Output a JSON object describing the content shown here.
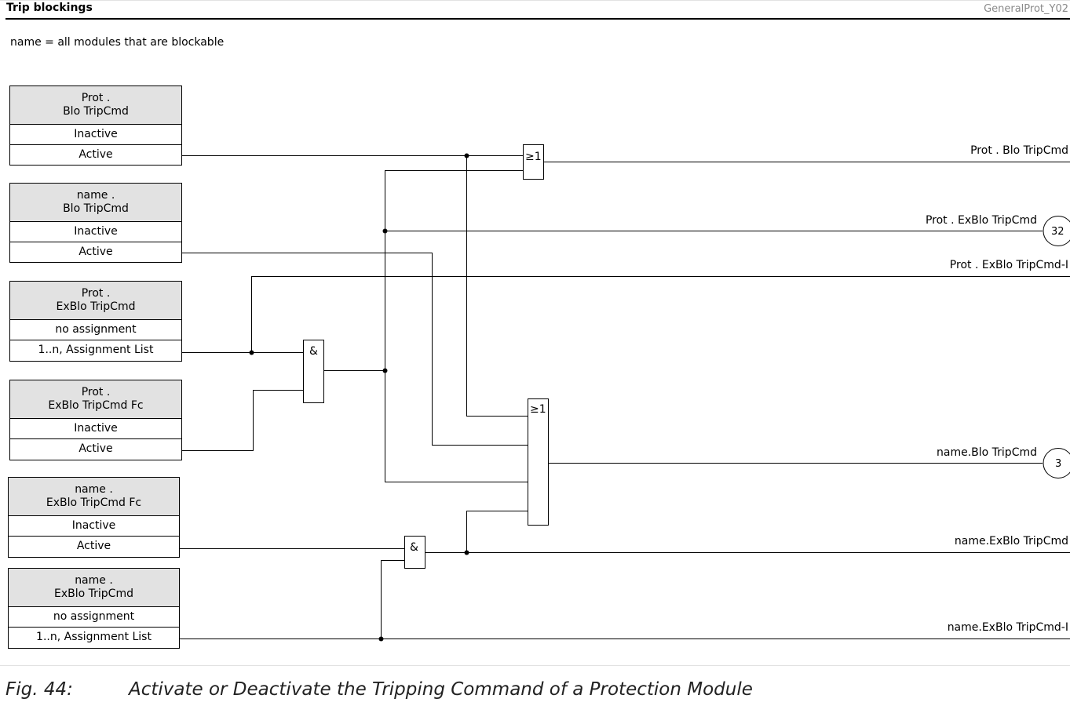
{
  "header": {
    "title": "Trip blockings",
    "ref": "GeneralProt_Y02",
    "note": "name = all modules that are blockable"
  },
  "settings": [
    {
      "title1": "Prot .",
      "title2": "Blo TripCmd",
      "options": [
        "Inactive",
        "Active"
      ]
    },
    {
      "title1": "name .",
      "title2": "Blo TripCmd",
      "options": [
        "Inactive",
        "Active"
      ]
    },
    {
      "title1": "Prot .",
      "title2": "ExBlo TripCmd",
      "options": [
        "no assignment",
        "1..n, Assignment List"
      ]
    },
    {
      "title1": "Prot .",
      "title2": "ExBlo TripCmd Fc",
      "options": [
        "Inactive",
        "Active"
      ]
    },
    {
      "title1": "name .",
      "title2": "ExBlo TripCmd Fc",
      "options": [
        "Inactive",
        "Active"
      ]
    },
    {
      "title1": "name .",
      "title2": "ExBlo TripCmd",
      "options": [
        "no assignment",
        "1..n, Assignment List"
      ]
    }
  ],
  "gates": {
    "or_symbol": "≥1",
    "and_symbol": "&"
  },
  "outputs": {
    "prot_blo": "Prot . Blo TripCmd",
    "prot_exblo": "Prot . ExBlo TripCmd",
    "prot_exblo_i": "Prot . ExBlo TripCmd-I",
    "name_blo": "name.Blo TripCmd",
    "name_exblo": "name.ExBlo TripCmd",
    "name_exblo_i": "name.ExBlo TripCmd-I"
  },
  "connectors": {
    "c32": "32",
    "c3": "3"
  },
  "caption": {
    "number": "Fig. 44:",
    "text": "Activate or Deactivate the Tripping Command of a Protection Module"
  }
}
